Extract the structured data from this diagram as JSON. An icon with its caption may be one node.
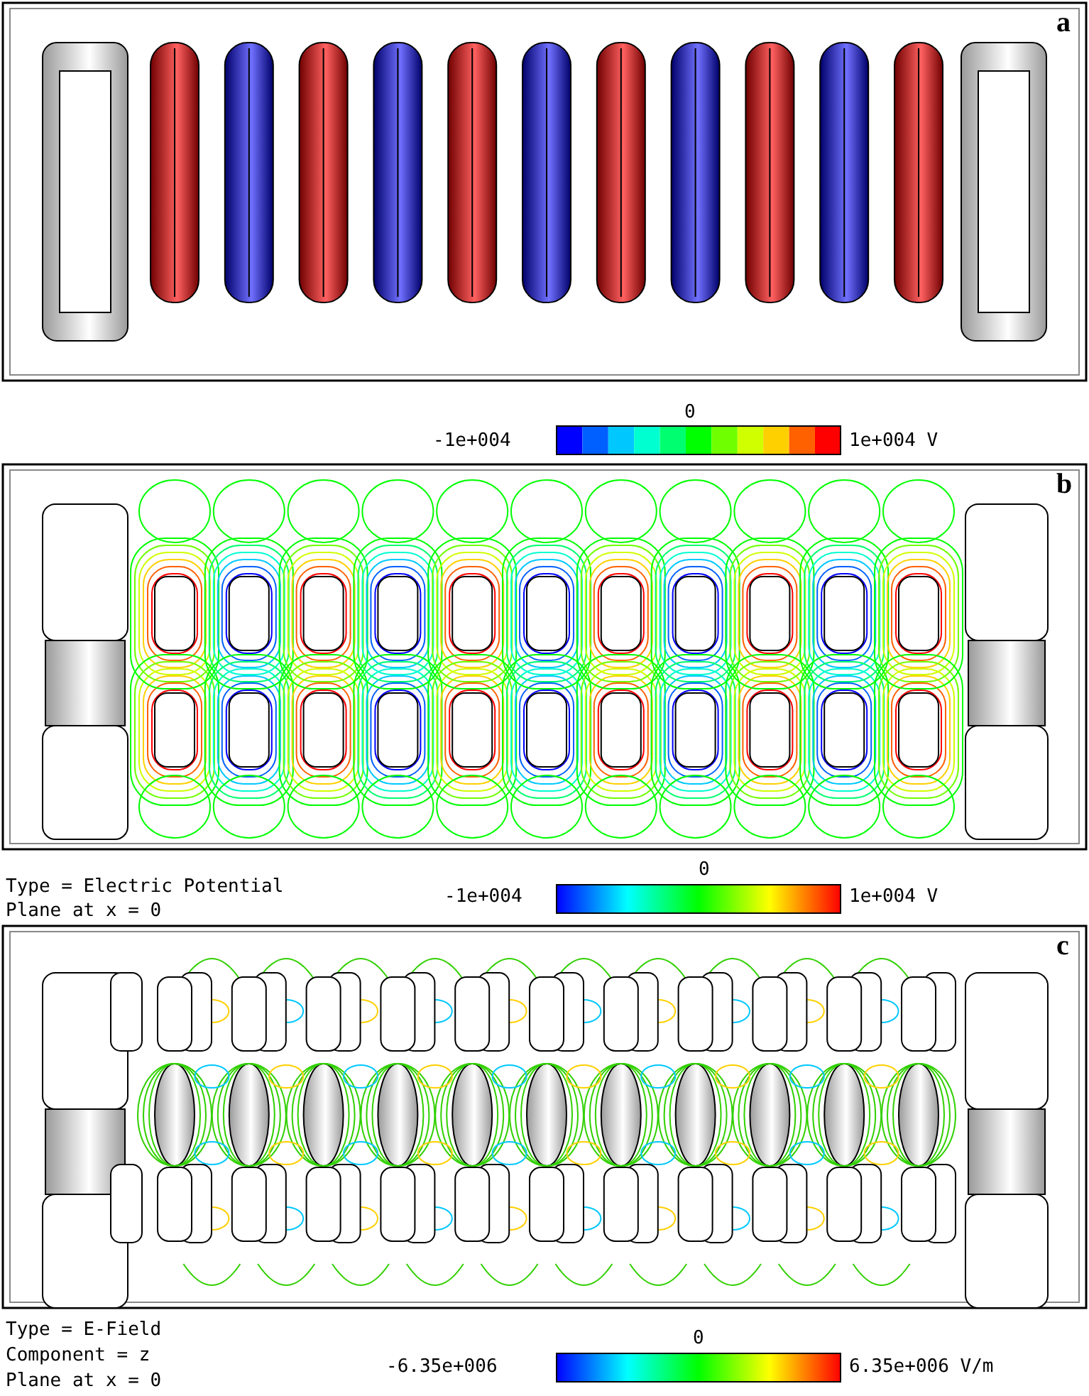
{
  "diagram": {
    "labels": [
      "a",
      "0",
      "-1e+004",
      "1e+004 V",
      "b",
      "Type = Electric Potential",
      "Plane at x = 0",
      "0",
      "-1e+004",
      "1e+004 V",
      "c",
      "Type = E-Field",
      "Component = z",
      "Plane at x = 0",
      "0",
      "-6.35e+006",
      "6.35e+006 V/m"
    ]
  }
}
